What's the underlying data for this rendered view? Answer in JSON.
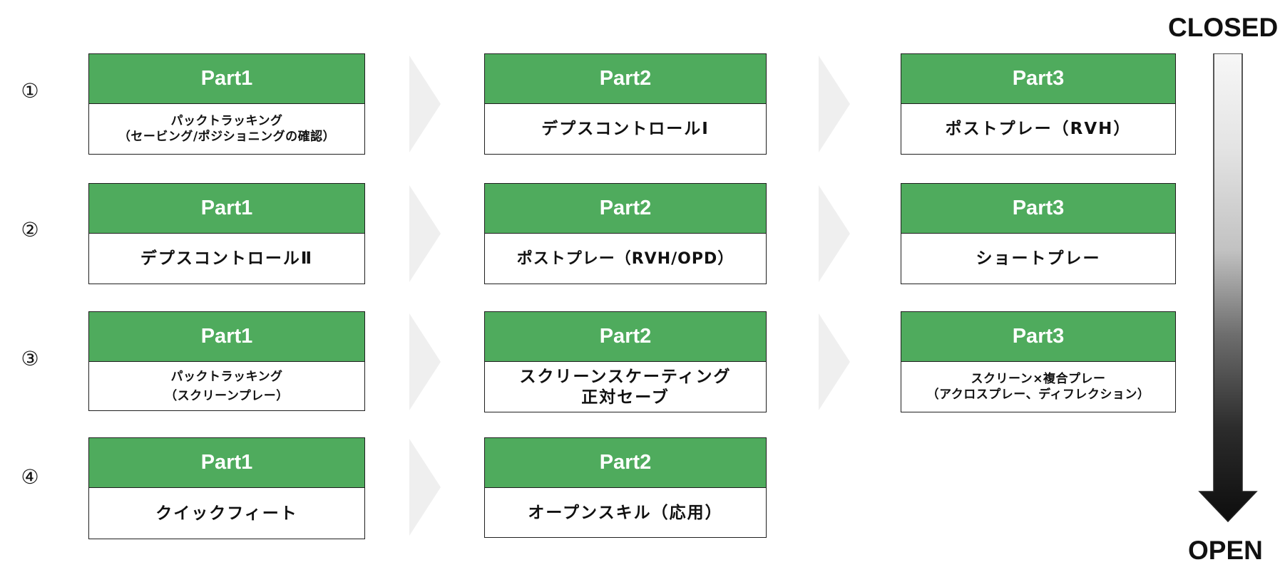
{
  "rows": [
    {
      "label": "①",
      "part1": {
        "header": "Part1",
        "lines": [
          "パックトラッキング",
          "（セービング/ポジショニングの確認）"
        ]
      },
      "part2": {
        "header": "Part2",
        "lines": [
          "デプスコントロールⅠ"
        ]
      },
      "part3": {
        "header": "Part3",
        "lines": [
          "ポストプレー（RVH）"
        ]
      }
    },
    {
      "label": "②",
      "part1": {
        "header": "Part1",
        "lines": [
          "デプスコントロールⅡ"
        ]
      },
      "part2": {
        "header": "Part2",
        "lines": [
          "ポストプレー（RVH/OPD）"
        ]
      },
      "part3": {
        "header": "Part3",
        "lines": [
          "ショートプレー"
        ]
      }
    },
    {
      "label": "③",
      "part1": {
        "header": "Part1",
        "lines": [
          "パックトラッキング",
          "（スクリーンプレー）"
        ]
      },
      "part2": {
        "header": "Part2",
        "lines": [
          "スクリーンスケーティング",
          "正対セーブ"
        ]
      },
      "part3": {
        "header": "Part3",
        "lines": [
          "スクリーン×複合プレー",
          "（アクロスプレー、ディフレクション）"
        ]
      }
    },
    {
      "label": "④",
      "part1": {
        "header": "Part1",
        "lines": [
          "クイックフィート"
        ]
      },
      "part2": {
        "header": "Part2",
        "lines": [
          "オープンスキル（応用）"
        ]
      }
    }
  ],
  "scale": {
    "top_label": "CLOSED",
    "bottom_label": "OPEN"
  },
  "colors": {
    "header_green": "#4fab5d",
    "chevron": "#efefef",
    "arrow_dark": "#111111"
  }
}
